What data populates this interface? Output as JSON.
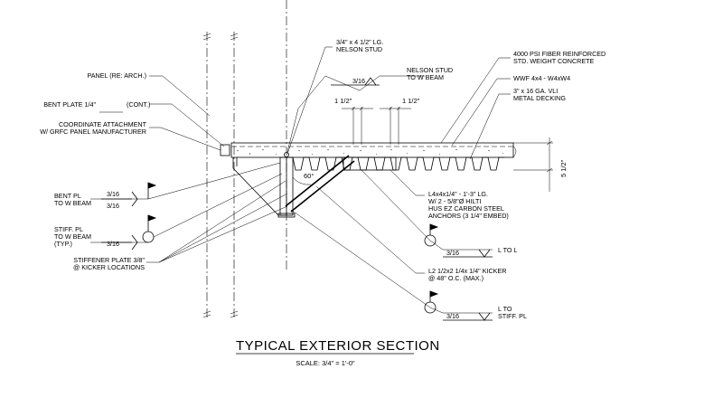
{
  "labels": {
    "stud_size": "3/4\" x 4 1/2\" LG.",
    "stud_name": "NELSON STUD",
    "weld_stud": "3/16",
    "nelson_stud_note_1": "NELSON STUD",
    "nelson_stud_note_2": "TO W BEAM",
    "concrete_1": "4000 PSI FIBER REINFORCED",
    "concrete_2": "STD. WEIGHT CONCRETE",
    "wwf": "WWF 4x4 - W4xW4",
    "decking_1": "3\" x 16 GA. VLI",
    "decking_2": "METAL DECKING",
    "panel": "PANEL (RE: ARCH.)",
    "bent_plate": "BENT PLATE 1/4\"",
    "bent_plate_cont": "(CONT.)",
    "coord_1": "COORDINATE ATTACHMENT",
    "coord_2": "W/ GRFC PANEL MANUFACTURER",
    "dim_left": "1 1/2\"",
    "dim_right": "1 1/2\"",
    "dim_depth": "5 1/2\"",
    "angle": "60°",
    "bent_pl_1": "BENT PL",
    "bent_pl_2": "TO W BEAM",
    "weld_bent_top": "3/16",
    "weld_bent_bot": "3/16",
    "stiff_pl_1": "STIFF. PL",
    "stiff_pl_2": "TO W BEAM",
    "stiff_pl_3": "(TYP.)",
    "weld_stiff": "3/16",
    "stiffener_1": "STIFFENER PLATE 3/8\"",
    "stiffener_2": "@ KICKER LOCATIONS",
    "angle_1": "L4x4x1/4\" - 1'-3\" LG.",
    "angle_2": "W/ 2 - 5/8\"Ø HILTI",
    "angle_3": "HUS EZ CARBON STEEL",
    "angle_4": "ANCHORS (3 1/4\" EMBED)",
    "weld_l_to_l": "3/16",
    "l_to_l": "L TO L",
    "kicker_1": "L2 1/2x2 1/4x 1/4\" KICKER",
    "kicker_2": "@ 48\" O.C. (MAX.)",
    "weld_l_stiff": "3/16",
    "l_to_stiff_1": "L TO",
    "l_to_stiff_2": "STIFF. PL",
    "title": "TYPICAL EXTERIOR SECTION",
    "scale": "SCALE: 3/4\" = 1'-0\""
  }
}
